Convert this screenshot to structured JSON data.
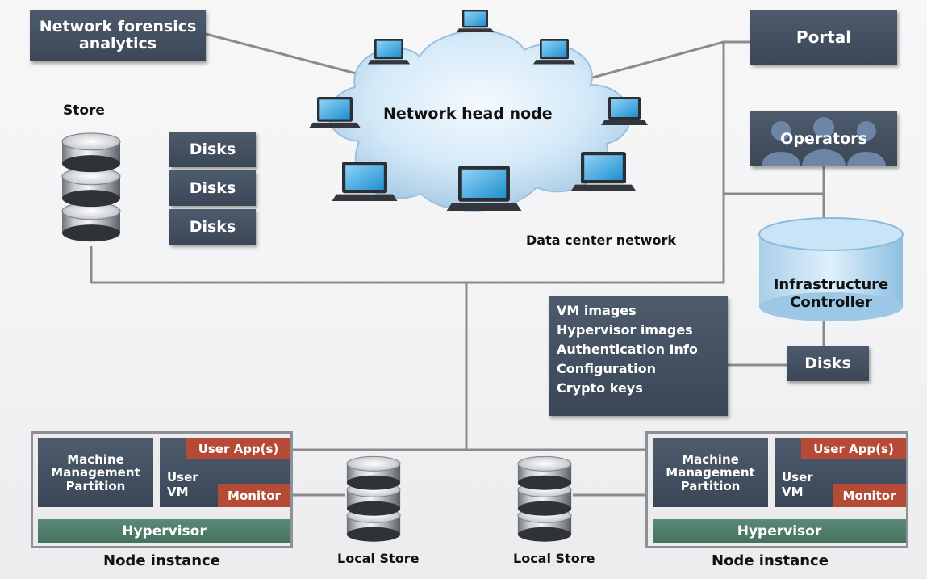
{
  "network_forensics": {
    "line1": "Network forensics",
    "line2": "analytics"
  },
  "portal": "Portal",
  "network_head_node": "Network head node",
  "data_center_network": "Data center network",
  "store": {
    "label": "Store",
    "disks": [
      "Disks",
      "Disks",
      "Disks"
    ]
  },
  "operators": "Operators",
  "infrastructure_controller": {
    "line1": "Infrastructure",
    "line2": "Controller"
  },
  "controller_disks": "Disks",
  "images_list": [
    "VM images",
    "Hypervisor images",
    "Authentication Info",
    "Configuration",
    "Crypto keys"
  ],
  "node_left": {
    "mmp": [
      "Machine",
      "Management",
      "Partition"
    ],
    "user_apps": "User App(s)",
    "user_vm": [
      "User",
      "VM"
    ],
    "monitor": "Monitor",
    "hypervisor": "Hypervisor",
    "caption": "Node instance"
  },
  "node_right": {
    "mmp": [
      "Machine",
      "Management",
      "Partition"
    ],
    "user_apps": "User App(s)",
    "user_vm": [
      "User",
      "VM"
    ],
    "monitor": "Monitor",
    "hypervisor": "Hypervisor",
    "caption": "Node instance"
  },
  "local_store_left": "Local Store",
  "local_store_right": "Local Store",
  "colors": {
    "box": "#444f5e",
    "accent_red": "#b54a36",
    "hypervisor_green": "#4f7c68",
    "cloud": "#cfe6f7",
    "line": "#8b8b8b"
  },
  "icons": [
    "laptop-icon",
    "database-icon",
    "cloud-icon",
    "people-icon",
    "cylinder-icon"
  ]
}
